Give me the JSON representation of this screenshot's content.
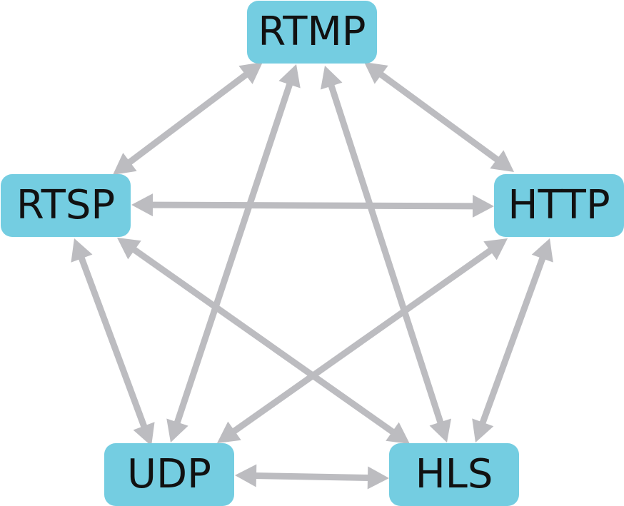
{
  "colors": {
    "node_fill": "#74cde1",
    "arrow": "#bcbcc0",
    "text": "#111111"
  },
  "nodes": {
    "rtmp": {
      "label": "RTMP"
    },
    "rtsp": {
      "label": "RTSP"
    },
    "http": {
      "label": "HTTP"
    },
    "udp": {
      "label": "UDP"
    },
    "hls": {
      "label": "HLS"
    }
  },
  "edges": [
    {
      "from": "rtmp",
      "to": "rtsp",
      "direction": "both"
    },
    {
      "from": "rtmp",
      "to": "http",
      "direction": "both"
    },
    {
      "from": "rtmp",
      "to": "udp",
      "direction": "both"
    },
    {
      "from": "rtmp",
      "to": "hls",
      "direction": "both"
    },
    {
      "from": "rtsp",
      "to": "http",
      "direction": "both"
    },
    {
      "from": "rtsp",
      "to": "udp",
      "direction": "both"
    },
    {
      "from": "rtsp",
      "to": "hls",
      "direction": "both"
    },
    {
      "from": "http",
      "to": "udp",
      "direction": "both"
    },
    {
      "from": "http",
      "to": "hls",
      "direction": "both"
    },
    {
      "from": "udp",
      "to": "hls",
      "direction": "both"
    }
  ]
}
